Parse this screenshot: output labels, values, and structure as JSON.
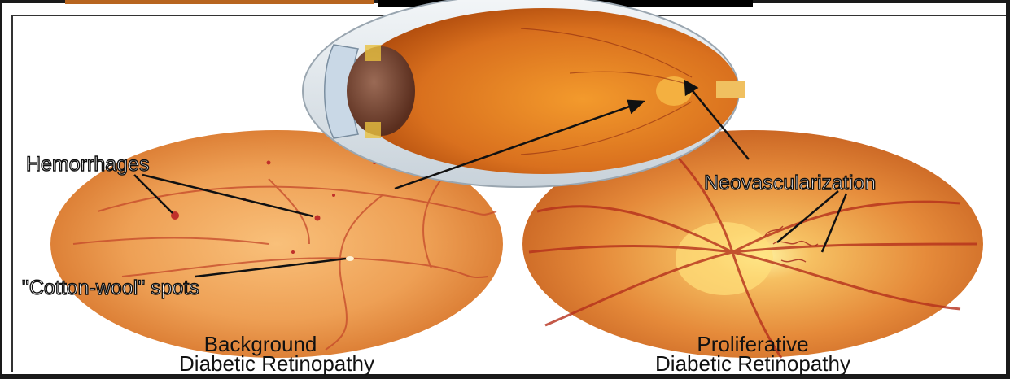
{
  "labels": {
    "hemorrhages": "Hemorrhages",
    "cotton_wool": "\"Cotton-wool\" spots",
    "neovascularization": "Neovascularization"
  },
  "captions": {
    "left_line1": "Background",
    "left_line2": "Diabetic Retinopathy",
    "right_line1": "Proliferative",
    "right_line2": "Diabetic Retinopathy"
  },
  "colors": {
    "retina_light": "#f7b564",
    "retina_mid": "#e58a3a",
    "retina_dark": "#c85f1e",
    "vessel": "#b5301c",
    "optic_disc": "#ffe07a"
  }
}
